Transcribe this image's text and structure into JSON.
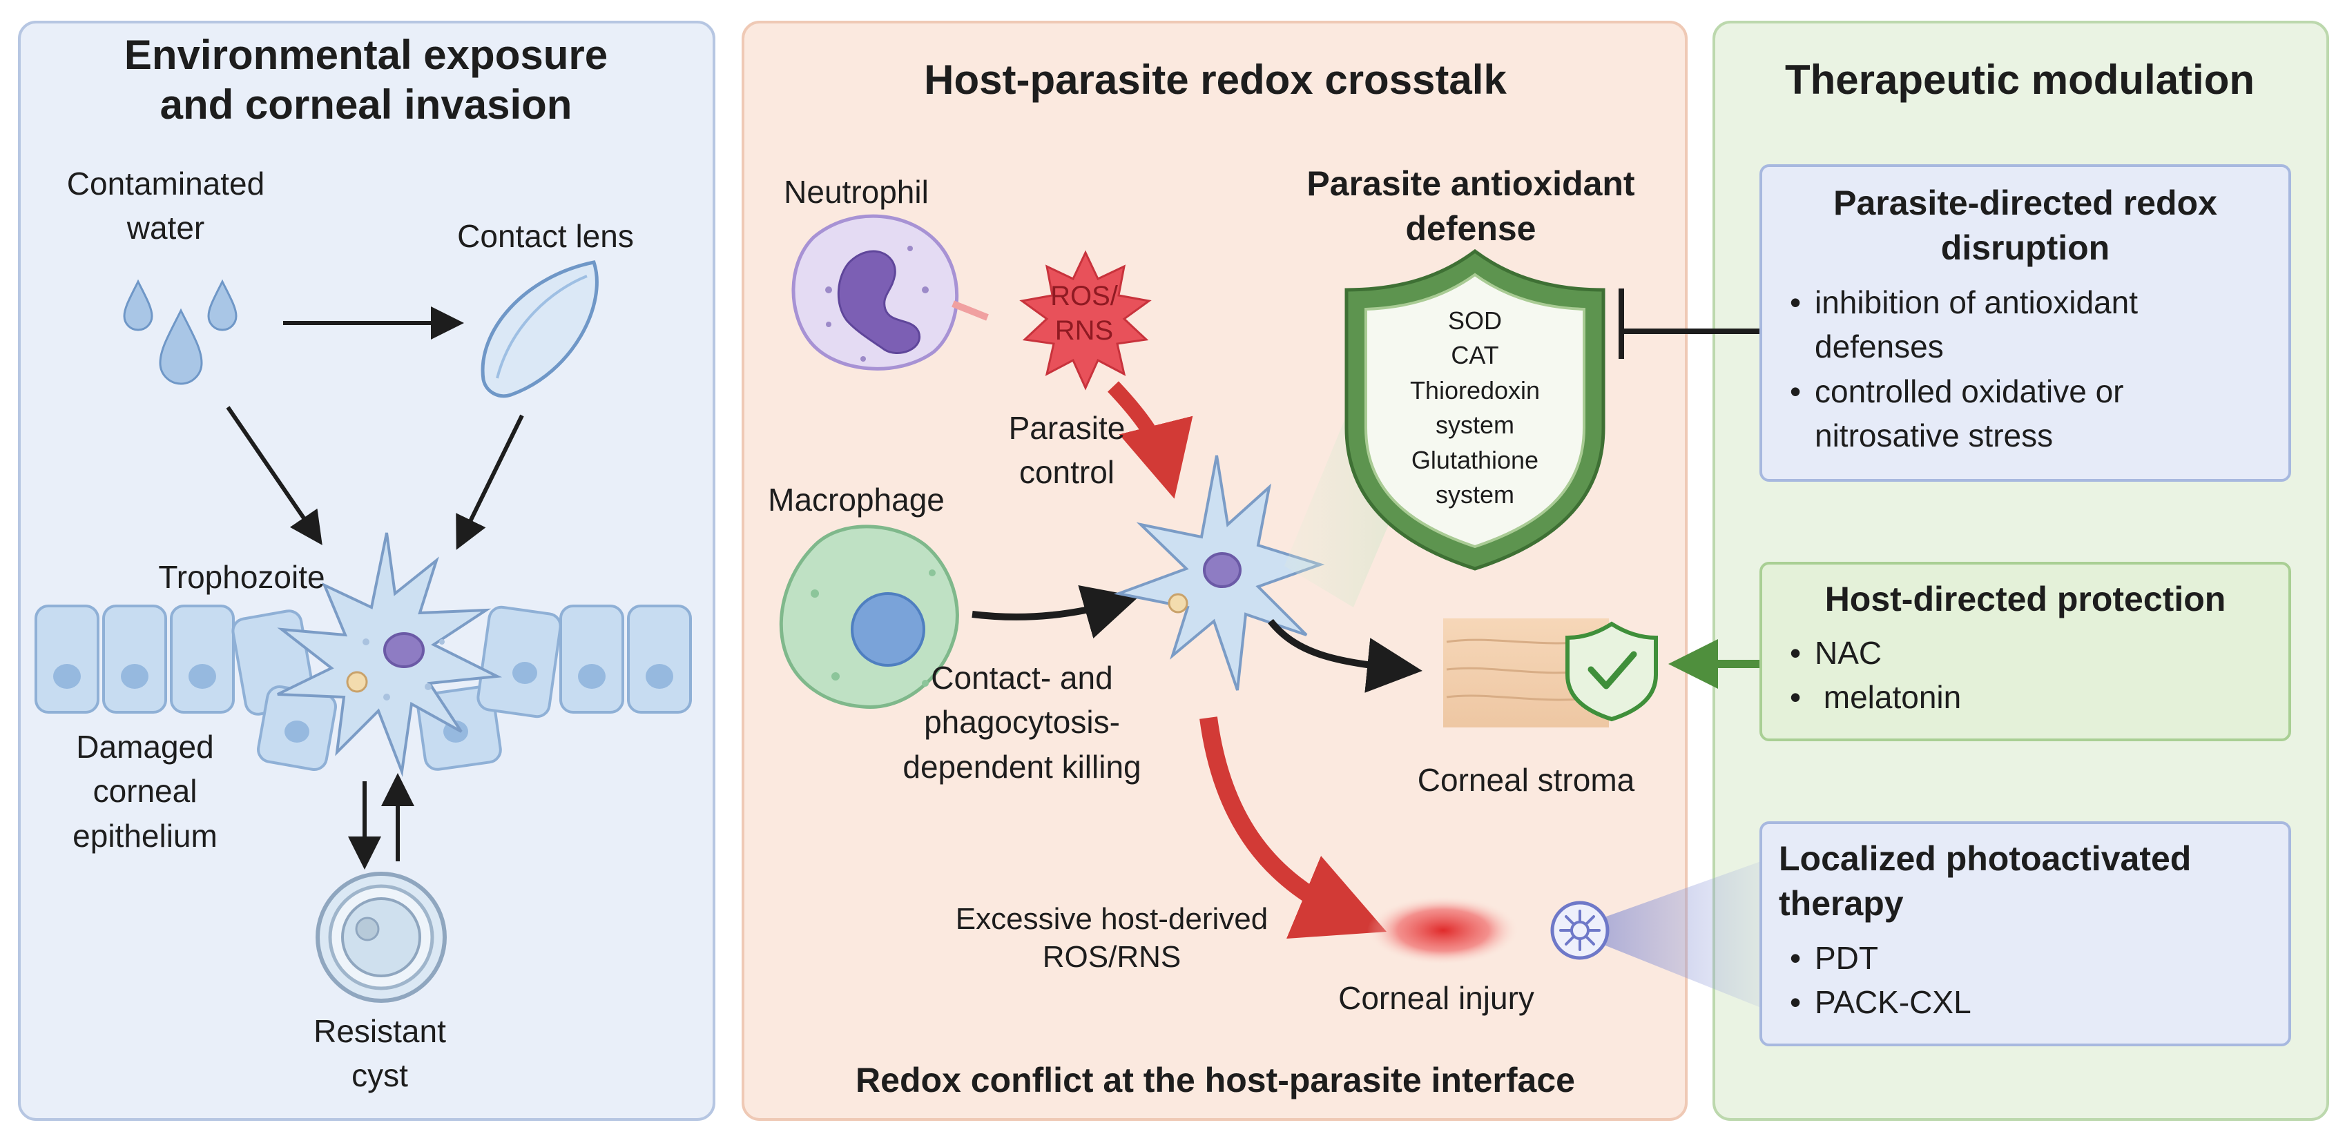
{
  "panels": {
    "left": {
      "title": "Environmental exposure\nand corneal invasion",
      "contaminated_water": "Contaminated\nwater",
      "contact_lens": "Contact lens",
      "trophozoite": "Trophozoite",
      "damaged_epithelium": "Damaged\ncorneal\nepithelium",
      "resistant_cyst": "Resistant\ncyst"
    },
    "middle": {
      "title": "Host-parasite redox crosstalk",
      "neutrophil": "Neutrophil",
      "ros_rns_burst": "ROS/\nRNS",
      "parasite_control": "Parasite\ncontrol",
      "macrophage": "Macrophage",
      "contact_killing": "Contact- and\nphagocytosis-\ndependent killing",
      "antioxidant_defense_title": "Parasite antioxidant\ndefense",
      "shield_items": "SOD\nCAT\nThioredoxin\nsystem\nGlutathione\nsystem",
      "corneal_stroma": "Corneal stroma",
      "excessive_ros": "Excessive host-derived\nROS/RNS",
      "corneal_injury": "Corneal injury",
      "footer": "Redox conflict at the host-parasite interface"
    },
    "right": {
      "title": "Therapeutic modulation",
      "box1": {
        "title": "Parasite-directed redox\ndisruption",
        "items": [
          "inhibition of antioxidant\ndefenses",
          "controlled oxidative or\nnitrosative stress"
        ]
      },
      "box2": {
        "title": "Host-directed protection",
        "items": [
          "NAC",
          " melatonin"
        ]
      },
      "box3": {
        "title": "Localized photoactivated\ntherapy",
        "items": [
          "PDT",
          "PACK-CXL"
        ]
      }
    }
  },
  "colors": {
    "left_panel": "#e9eff9",
    "middle_panel": "#fbe9df",
    "right_panel": "#eaf3e3",
    "ros_burst": "#e8515a",
    "shield": "#4f8a4b",
    "arrow_red": "#d23a36"
  },
  "icons": [
    "water-drop-icon",
    "contact-lens-icon",
    "trophozoite-icon",
    "cyst-icon",
    "neutrophil-icon",
    "macrophage-icon",
    "shield-icon",
    "check-shield-icon",
    "light-source-icon"
  ]
}
